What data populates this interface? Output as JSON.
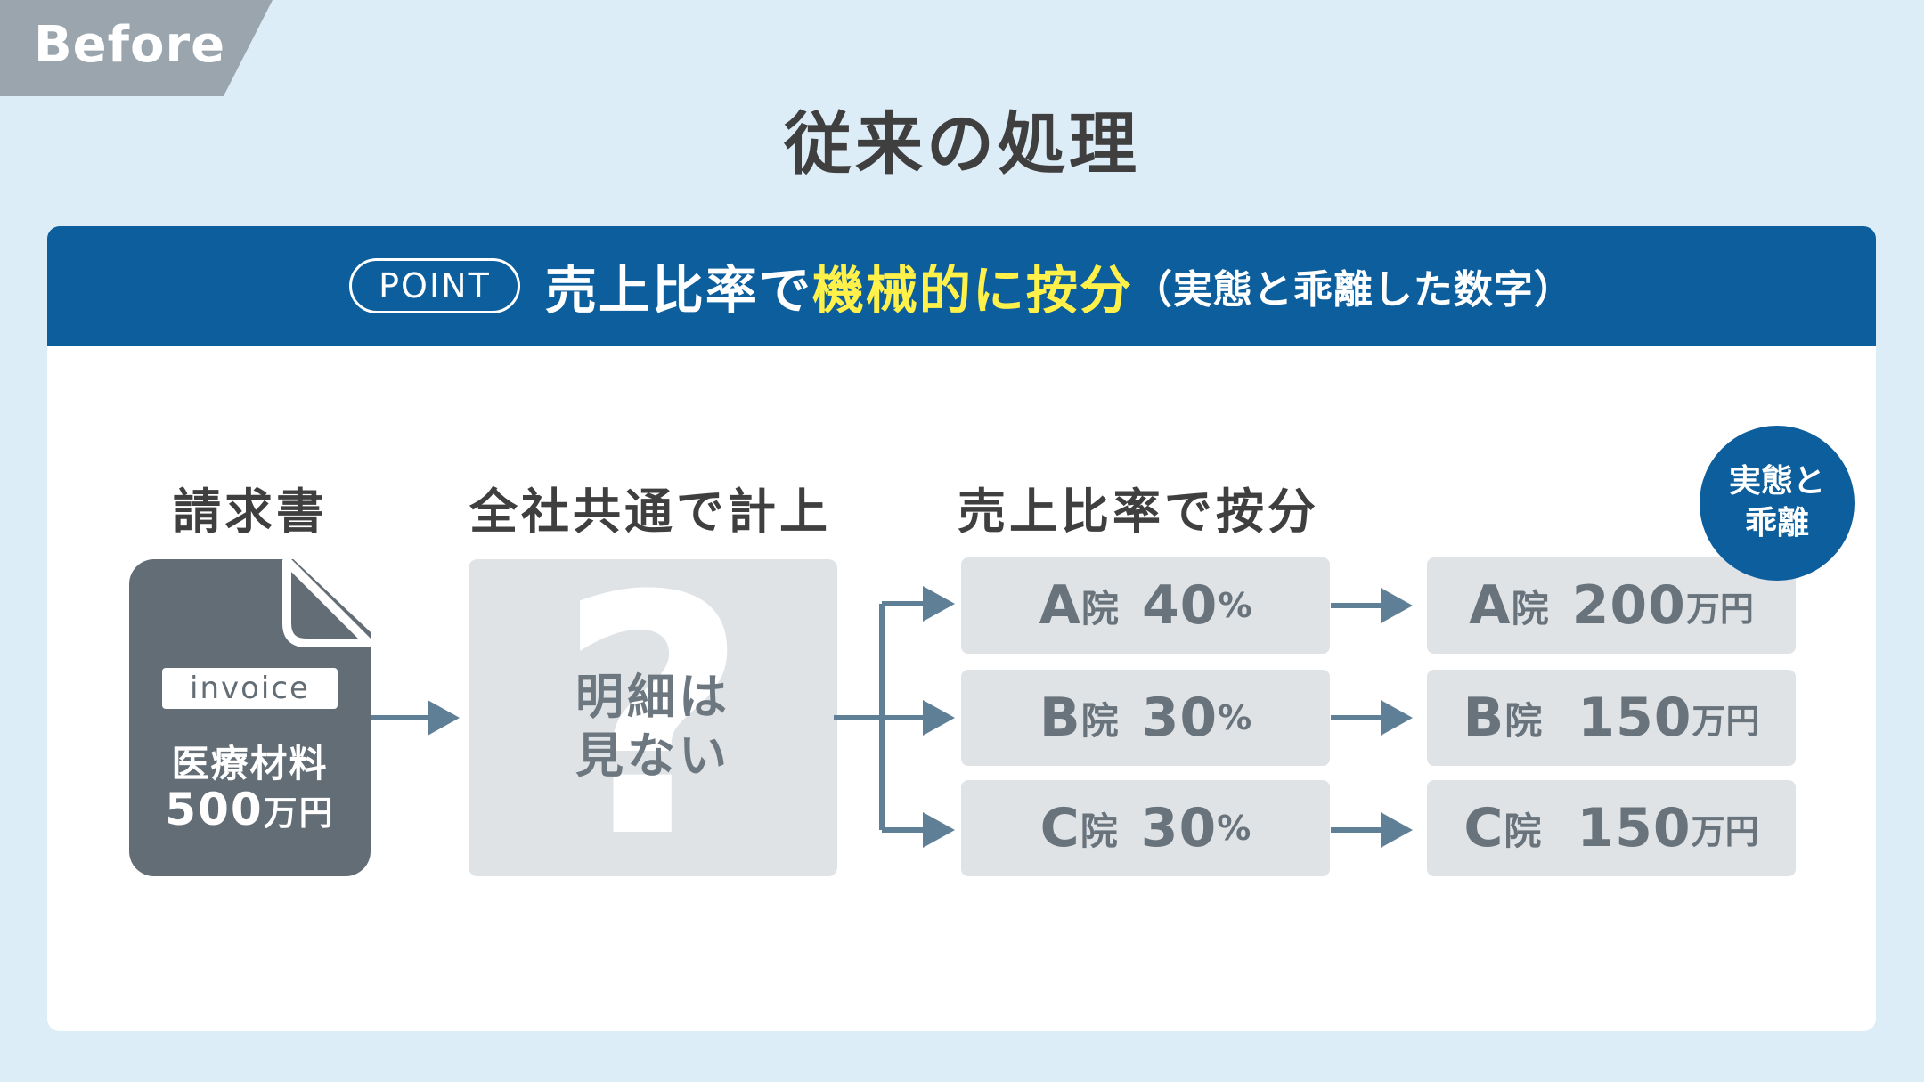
{
  "before_tag": "Before",
  "title": "従来の処理",
  "header": {
    "point": "POINT",
    "main": "売上比率で",
    "highlight": "機械的に按分",
    "sub": "（実態と乖離した数字）"
  },
  "columns": {
    "invoice": "請求書",
    "recording": "全社共通で計上",
    "allocation": "売上比率で按分"
  },
  "invoice_doc": {
    "tag": "invoice",
    "item": "医療材料",
    "amount_num": "500",
    "amount_unit": "万円"
  },
  "mystery": {
    "mark": "?",
    "line1": "明細は",
    "line2": "見ない"
  },
  "ratios": [
    {
      "letter": "A",
      "hospital": "院",
      "pct": "40",
      "pct_sign": "%"
    },
    {
      "letter": "B",
      "hospital": "院",
      "pct": "30",
      "pct_sign": "%"
    },
    {
      "letter": "C",
      "hospital": "院",
      "pct": "30",
      "pct_sign": "%"
    }
  ],
  "amounts": [
    {
      "letter": "A",
      "hospital": "院",
      "amount": "200",
      "unit": "万円"
    },
    {
      "letter": "B",
      "hospital": "院",
      "amount": "150",
      "unit": "万円"
    },
    {
      "letter": "C",
      "hospital": "院",
      "amount": "150",
      "unit": "万円"
    }
  ],
  "badge": {
    "line1": "実態と",
    "line2": "乖離"
  },
  "colors": {
    "background": "#ddedf7",
    "header_blue": "#0d5e9c",
    "highlight_yellow": "#fff14a",
    "doc_gray": "#636d75",
    "box_gray": "#dfe3e6",
    "arrow": "#5f7f96"
  }
}
